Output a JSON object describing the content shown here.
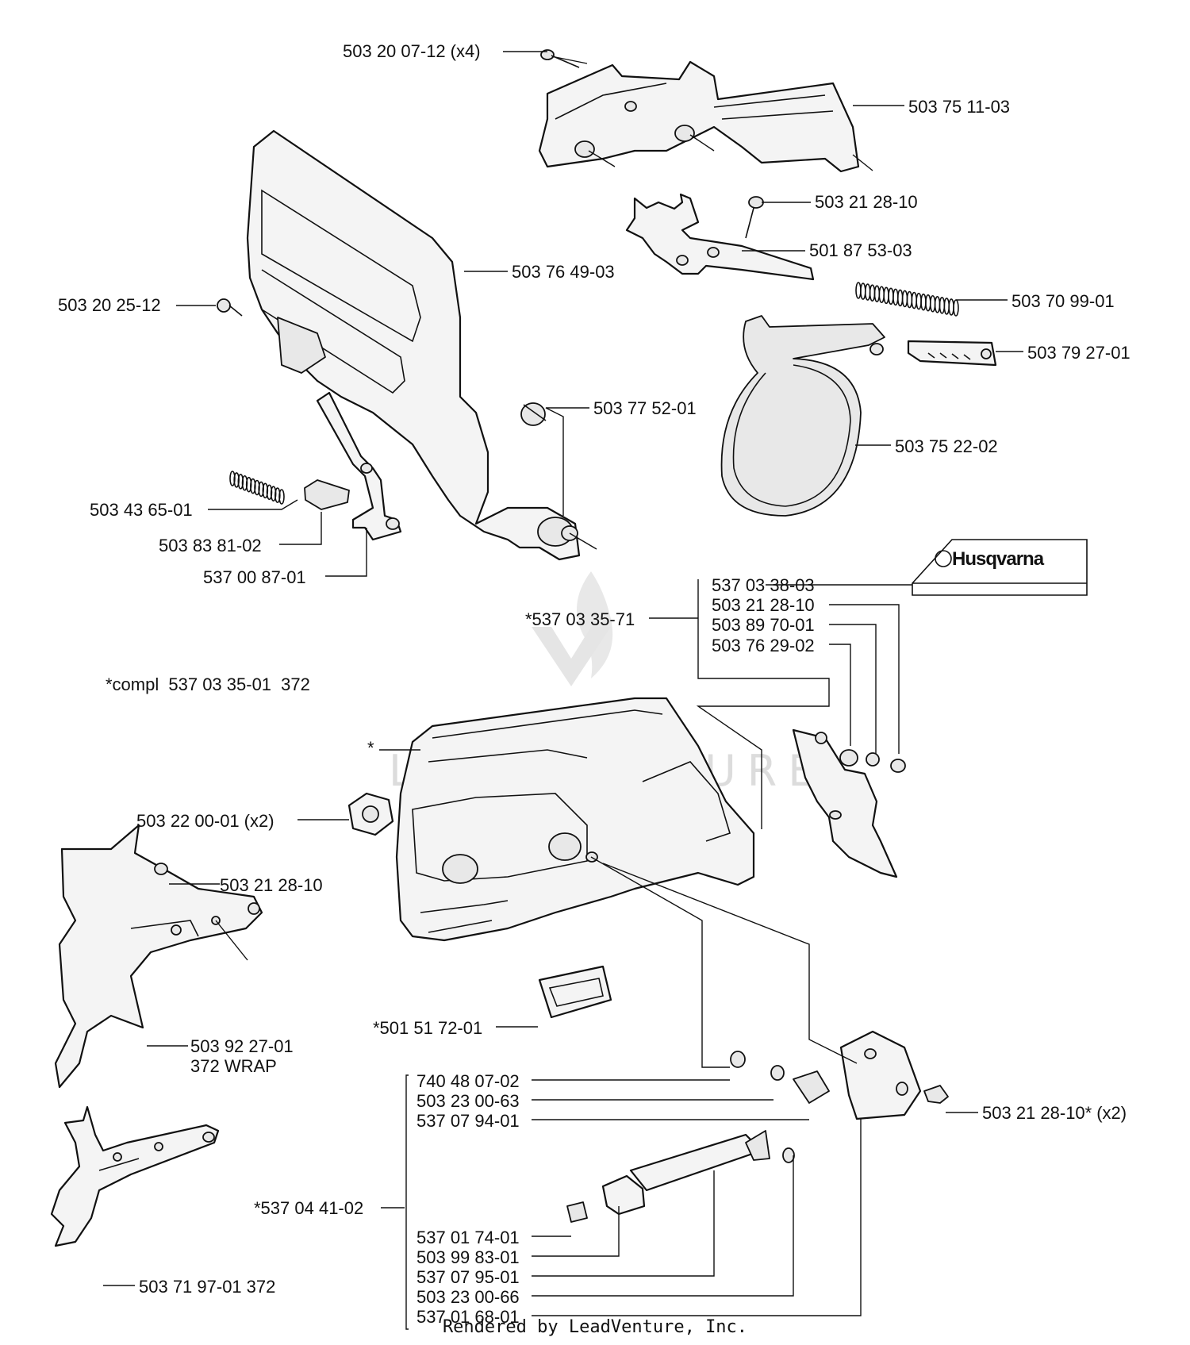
{
  "brand": {
    "logo_text": "Husqvarna"
  },
  "watermark": {
    "text": "LEADVENTURE"
  },
  "footer": {
    "text": "Rendered by LeadVenture, Inc."
  },
  "note": {
    "prefix": "*compl",
    "number": "537 03 35-01",
    "suffix": "372"
  },
  "labels": [
    {
      "id": "l1",
      "text": "503 20 07-12",
      "suffix": "(x4)"
    },
    {
      "id": "l2",
      "text": "503 75 11-03"
    },
    {
      "id": "l3",
      "text": "503 21 28-10"
    },
    {
      "id": "l4",
      "text": "501 87 53-03"
    },
    {
      "id": "l5",
      "text": "503 76 49-03"
    },
    {
      "id": "l6",
      "text": "503 70 99-01"
    },
    {
      "id": "l7",
      "text": "503 20 25-12"
    },
    {
      "id": "l8",
      "text": "503 79 27-01"
    },
    {
      "id": "l9",
      "text": "503 77 52-01"
    },
    {
      "id": "l10",
      "text": "503 75 22-02"
    },
    {
      "id": "l11",
      "text": "503 43 65-01"
    },
    {
      "id": "l12",
      "text": "503 83 81-02"
    },
    {
      "id": "l13",
      "text": "537 00 87-01"
    },
    {
      "id": "l14",
      "text": "537 03 38-03"
    },
    {
      "id": "l15",
      "text": "503 21 28-10"
    },
    {
      "id": "l16",
      "text": "503 89 70-01"
    },
    {
      "id": "l17",
      "text": "503 76 29-02"
    },
    {
      "id": "l18",
      "text": "*537 03 35-71"
    },
    {
      "id": "l19",
      "text": "*"
    },
    {
      "id": "l20",
      "text": "503 22 00-01",
      "suffix": "(x2)"
    },
    {
      "id": "l21",
      "text": "503 21 28-10"
    },
    {
      "id": "l22",
      "text": "*501 51 72-01"
    },
    {
      "id": "l23",
      "text": "503 92 27-01",
      "suffix": "372 WRAP"
    },
    {
      "id": "l24",
      "text": "740 48 07-02"
    },
    {
      "id": "l25",
      "text": "503 23 00-63"
    },
    {
      "id": "l26",
      "text": "537 07 94-01"
    },
    {
      "id": "l27",
      "text": "503 21 28-10*",
      "suffix": "(x2)"
    },
    {
      "id": "l28",
      "text": "*537 04 41-02"
    },
    {
      "id": "l29",
      "text": "537 01 74-01"
    },
    {
      "id": "l30",
      "text": "503 99 83-01"
    },
    {
      "id": "l31",
      "text": "537 07 95-01"
    },
    {
      "id": "l32",
      "text": "503 23 00-66"
    },
    {
      "id": "l33",
      "text": "537 01 68-01"
    },
    {
      "id": "l34",
      "text": "503 71 97-01",
      "suffix": "372"
    }
  ]
}
